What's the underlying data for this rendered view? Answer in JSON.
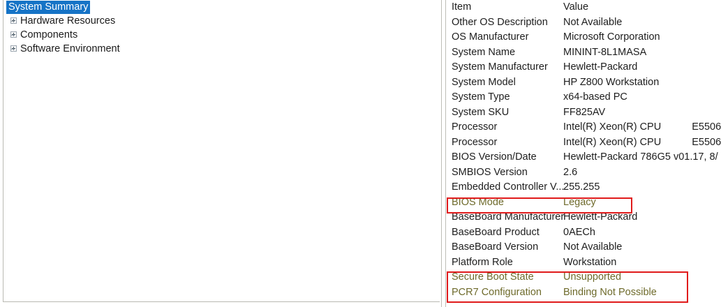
{
  "tree": {
    "selected_label": "System Summary",
    "items": [
      {
        "label": "Hardware Resources",
        "expander": "plus-icon"
      },
      {
        "label": "Components",
        "expander": "plus-icon"
      },
      {
        "label": "Software Environment",
        "expander": "plus-icon"
      }
    ]
  },
  "detail": {
    "header": {
      "item": "Item",
      "value": "Value"
    },
    "rows": [
      {
        "item": "Other OS Description",
        "value": "Not Available",
        "suffix": "",
        "highlight": false
      },
      {
        "item": "OS Manufacturer",
        "value": "Microsoft Corporation",
        "suffix": "",
        "highlight": false
      },
      {
        "item": "System Name",
        "value": "MININT-8L1MASA",
        "suffix": "",
        "highlight": false
      },
      {
        "item": "System Manufacturer",
        "value": "Hewlett-Packard",
        "suffix": "",
        "highlight": false
      },
      {
        "item": "System Model",
        "value": "HP Z800 Workstation",
        "suffix": "",
        "highlight": false
      },
      {
        "item": "System Type",
        "value": "x64-based PC",
        "suffix": "",
        "highlight": false
      },
      {
        "item": "System SKU",
        "value": "FF825AV",
        "suffix": "",
        "highlight": false
      },
      {
        "item": "Processor",
        "value": "Intel(R) Xeon(R) CPU",
        "suffix": "E5506",
        "highlight": false
      },
      {
        "item": "Processor",
        "value": "Intel(R) Xeon(R) CPU",
        "suffix": "E5506",
        "highlight": false
      },
      {
        "item": "BIOS Version/Date",
        "value": "Hewlett-Packard 786G5 v01.17, 8/",
        "suffix": "",
        "highlight": false
      },
      {
        "item": "SMBIOS Version",
        "value": "2.6",
        "suffix": "",
        "highlight": false
      },
      {
        "item": "Embedded Controller V...",
        "value": "255.255",
        "suffix": "",
        "highlight": false
      },
      {
        "item": "BIOS Mode",
        "value": "Legacy",
        "suffix": "",
        "highlight": true
      },
      {
        "item": "BaseBoard Manufacturer",
        "value": "Hewlett-Packard",
        "suffix": "",
        "highlight": false
      },
      {
        "item": "BaseBoard Product",
        "value": "0AECh",
        "suffix": "",
        "highlight": false
      },
      {
        "item": "BaseBoard Version",
        "value": "Not Available",
        "suffix": "",
        "highlight": false
      },
      {
        "item": "Platform Role",
        "value": "Workstation",
        "suffix": "",
        "highlight": false
      },
      {
        "item": "Secure Boot State",
        "value": "Unsupported",
        "suffix": "",
        "highlight": true
      },
      {
        "item": "PCR7 Configuration",
        "value": "Binding Not Possible",
        "suffix": "",
        "highlight": true
      }
    ]
  },
  "annotations": {
    "color": "#e01b1b",
    "boxes": [
      {
        "name": "bios-mode-highlight"
      },
      {
        "name": "secure-boot-pcr7-highlight"
      }
    ]
  },
  "colors": {
    "selection_blue": "#1573c6",
    "highlight_text": "#6e6a2b",
    "annotation_red": "#e01b1b",
    "border_gray": "#bdbdb6"
  }
}
